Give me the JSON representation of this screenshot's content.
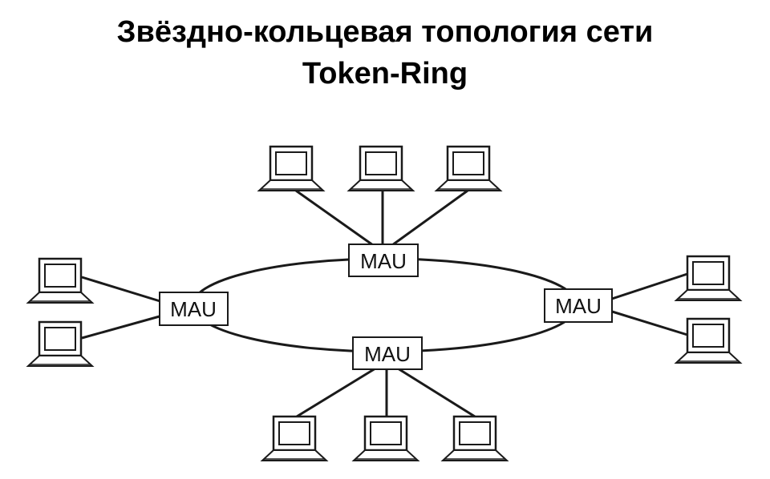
{
  "title": {
    "line1": "Звёздно-кольцевая топология сети",
    "line2": "Token-Ring"
  },
  "hubs": [
    {
      "id": "top",
      "label": "MAU",
      "computers": 3
    },
    {
      "id": "left",
      "label": "MAU",
      "computers": 2
    },
    {
      "id": "right",
      "label": "MAU",
      "computers": 2
    },
    {
      "id": "bottom",
      "label": "MAU",
      "computers": 3
    }
  ],
  "colors": {
    "line": "#1a1a1a",
    "background": "#ffffff"
  }
}
